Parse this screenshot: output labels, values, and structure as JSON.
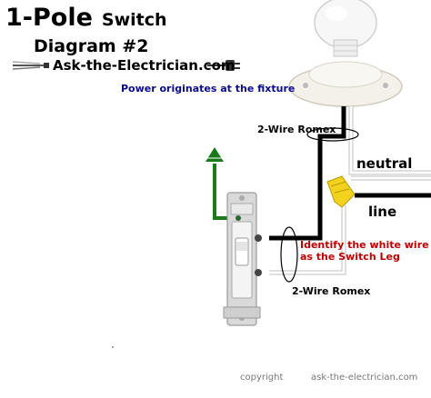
{
  "title": {
    "line1_big": "1-Pole",
    "line1_small": "Switch",
    "line2": "Diagram #2"
  },
  "brand": "Ask-the-Electrician.com",
  "note_power": "Power originates at the fixture",
  "labels": {
    "romex_top": "2-Wire Romex",
    "neutral": "neutral",
    "line": "line",
    "identify_line1": "Identify the white wire",
    "identify_line2": "as the Switch Leg",
    "romex_bottom": "2-Wire Romex"
  },
  "footer": {
    "copyright": "copyright",
    "site": "ask-the-electrician.com"
  },
  "colors": {
    "hot_wire": "#000000",
    "neutral_wire": "#bfbfbf",
    "ground_wire": "#1a7a1a",
    "wire_nut": "#f2d21c",
    "identify_text": "#c00000",
    "note_text": "#0a0a8a"
  }
}
